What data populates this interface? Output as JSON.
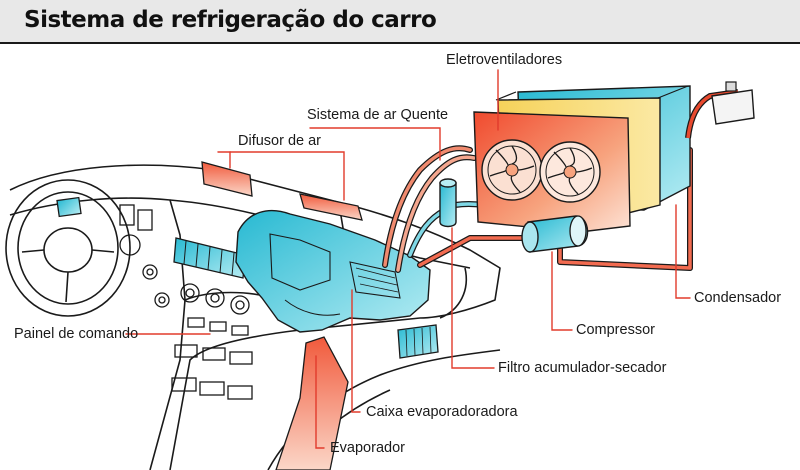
{
  "title": "Sistema de refrigeração do carro",
  "labels": {
    "eletroventiladores": "Eletroventiladores",
    "sistema_ar_quente": "Sistema de ar Quente",
    "difusor_ar": "Difusor de ar",
    "condensador": "Condensador",
    "compressor": "Compressor",
    "filtro": "Filtro acumulador-secador",
    "painel": "Painel de comando",
    "caixa": "Caixa evaporadoradora",
    "evaporador": "Evaporador"
  },
  "colors": {
    "leader_line": "#e23b2c",
    "cold_component": "#39c4d8",
    "hot_component": "#ef5a3a",
    "warm_component": "#f4c23a",
    "outline": "#1a1a1a"
  }
}
